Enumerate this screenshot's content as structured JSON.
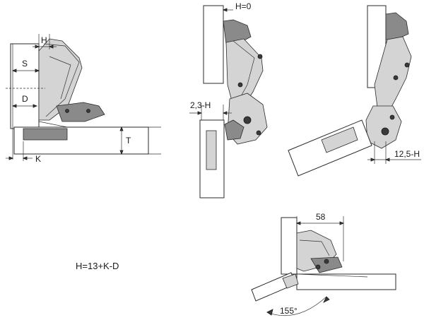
{
  "labels": {
    "h_dim": "H",
    "s_dim": "S",
    "d_dim": "D",
    "k_dim": "K",
    "t_dim": "T",
    "h_zero": "H=0",
    "gap_23": "2,3-H",
    "gap_125": "12,5-H",
    "width_58": "58",
    "angle_155": "155°"
  },
  "formula": "H=13+K-D"
}
